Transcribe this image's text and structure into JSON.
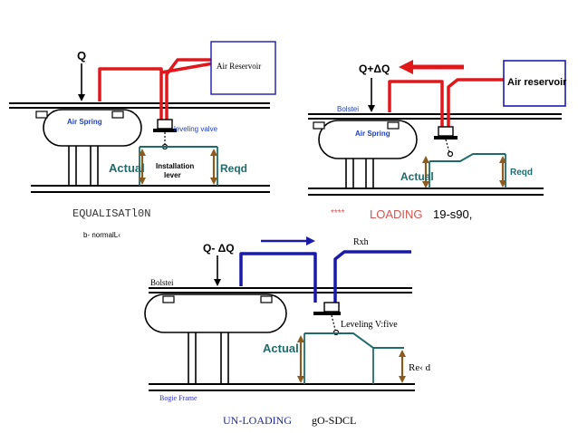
{
  "colors": {
    "pipe_red": "#e0181c",
    "pipe_blue": "#1a1aa8",
    "spring_blue": "#1f3fbf",
    "teal_line": "#1f6b6b",
    "measure_brown": "#8a5a1e",
    "frame_black": "#000000",
    "reservoir_box": "#1a1ab0",
    "loading_red": "#d9534f",
    "caption_blue": "#1a2a9a",
    "bogie_blue": "#3030c0"
  },
  "panel_equalisation": {
    "flow_label": "Q",
    "reservoir_label": "Air Reservoir",
    "spring_label": "Air Spring",
    "valve_label": "leveling valve",
    "actual_label": "Actual",
    "lever_label_line1": "Installation",
    "lever_label_line2": "lever",
    "reqd_label": "Reqd",
    "caption": "EQUALISATl0N",
    "sub_caption": "b- normalL‹"
  },
  "panel_loading": {
    "flow_label": "Q+ΔQ",
    "reservoir_label": "Air reservoir",
    "bolster_label": "Bolstei",
    "spring_label": "Air Spring",
    "actual_label": "Actual",
    "reqd_label": "Reqd",
    "caption_stars": "****",
    "caption_word": "LOADING",
    "caption_tail": "19-s90,"
  },
  "panel_unloading": {
    "flow_label": "Q- ΔQ",
    "rxh_label": "Rxh",
    "bolster_label": "Bolstei",
    "valve_label": "Leveling V:five",
    "actual_label": "Actual",
    "reqd_label": "Re‹ d",
    "frame_label": "Bogie Frame",
    "caption_word": "UN-LOADING",
    "caption_tail": "gO-SDCL"
  }
}
